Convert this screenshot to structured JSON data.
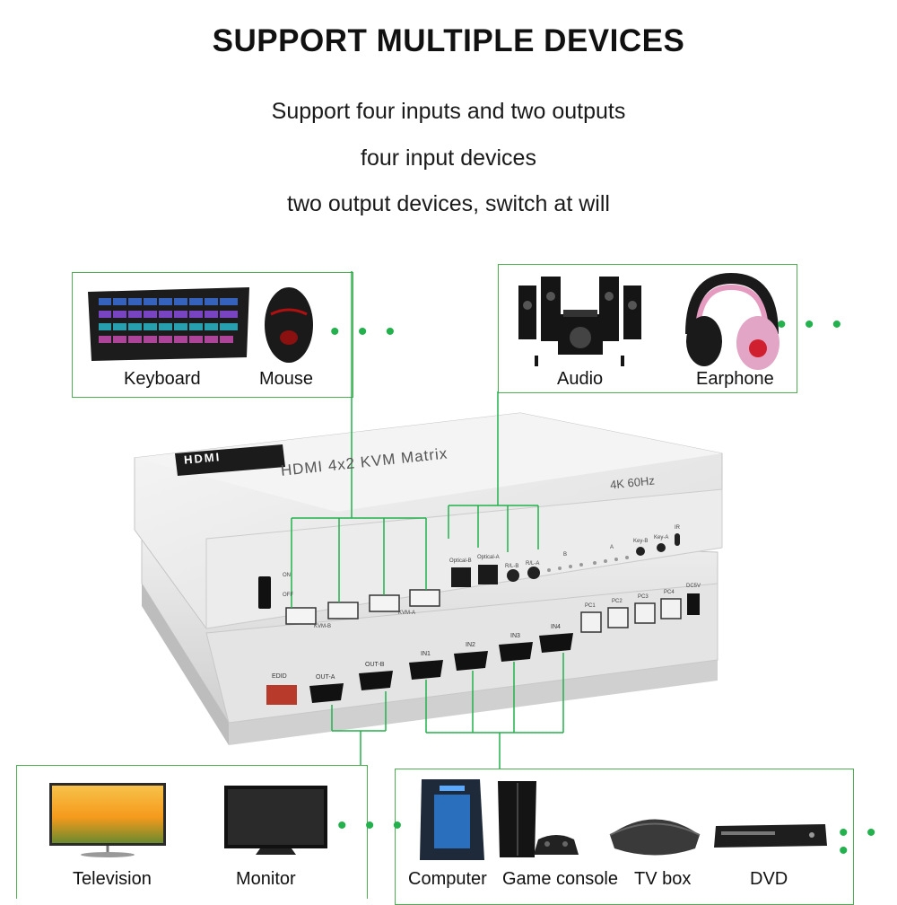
{
  "header": {
    "title": "SUPPORT MULTIPLE DEVICES",
    "line1": "Support four inputs and two outputs",
    "line2": "four input devices",
    "line3": "two output devices, switch at will"
  },
  "panels": {
    "usb": {
      "items": [
        "Keyboard",
        "Mouse"
      ],
      "more": "• • •"
    },
    "audio": {
      "items": [
        "Audio",
        "Earphone"
      ],
      "more": "• • •"
    },
    "displays": {
      "items": [
        "Television",
        "Monitor"
      ],
      "more": "• • •"
    },
    "sources": {
      "items": [
        "Computer",
        "Game console",
        "TV box",
        "DVD"
      ],
      "more": "• • •"
    }
  },
  "device": {
    "brand": "HDMI",
    "model": "HDMI 4x2 KVM Matrix",
    "spec": "4K 60Hz",
    "top_ports": {
      "switch_on": "ON",
      "switch_off": "OFF",
      "kvm_b": "KVM-B",
      "kvm_a": "KVM-A",
      "optical_b": "Optical-B",
      "optical_a": "Optical-A",
      "rl_b": "R/L-B",
      "rl_a": "R/L-A",
      "group_b": "B",
      "group_a": "A",
      "key_b": "Key-B",
      "key_a": "Key-A",
      "ir": "IR",
      "pc1": "PC1",
      "pc2": "PC2",
      "pc3": "PC3",
      "pc4": "PC4",
      "dc": "DC5V"
    },
    "bottom_ports": {
      "edid": "EDID",
      "out_a": "OUT-A",
      "out_b": "OUT-B",
      "in1": "IN1",
      "in2": "IN2",
      "in3": "IN3",
      "in4": "IN4"
    }
  },
  "colors": {
    "connector_line": "#22b14c",
    "panel_border": "#4caf50",
    "device_body": "#e8e8e8"
  }
}
